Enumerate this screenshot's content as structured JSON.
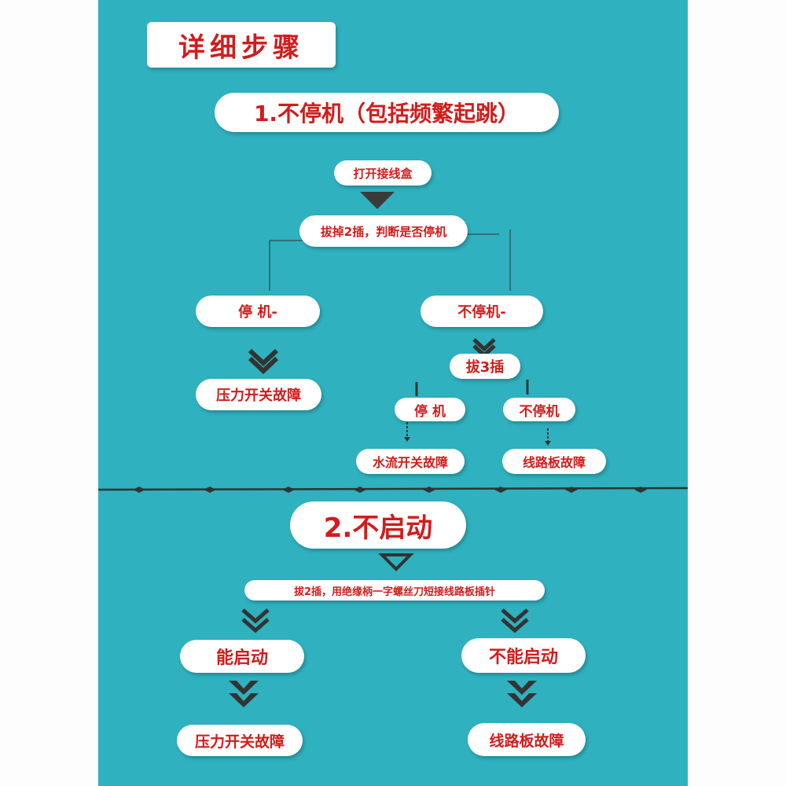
{
  "title": "详细步骤",
  "section1": {
    "heading": "1.不停机（包括频繁起跳）",
    "step_open": "打开接线盒",
    "step_unplug2": "拔掉2插，判断是否停机",
    "branch_stop": "停  机-",
    "branch_run": "不停机-",
    "result_pressure": "压力开关故障",
    "step_unplug3": "拔3插",
    "sub_stop": "停  机",
    "sub_run": "不停机",
    "result_water": "水流开关故障",
    "result_board": "线路板故障"
  },
  "section2": {
    "heading": "2.不启动",
    "step": "拔2插，用绝缘柄一字螺丝刀短接线路板插针",
    "branch_start": "能启动",
    "branch_nostart": "不能启动",
    "result_pressure": "压力开关故障",
    "result_board": "线路板故障"
  },
  "colors": {
    "background": "#2fb1bf",
    "box": "#ffffff",
    "text": "#d21c1c",
    "arrow": "#333333"
  }
}
